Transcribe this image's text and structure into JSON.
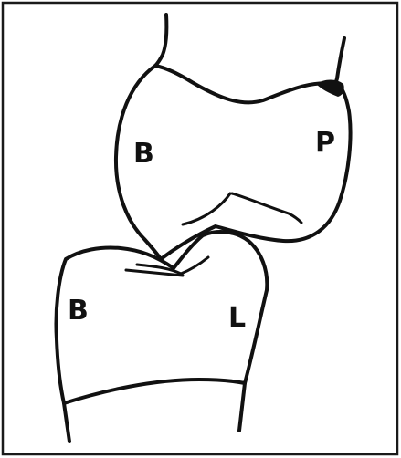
{
  "labels": {
    "upper_buccal": "B",
    "upper_palatal": "P",
    "lower_buccal": "B",
    "lower_lingual": "L"
  }
}
